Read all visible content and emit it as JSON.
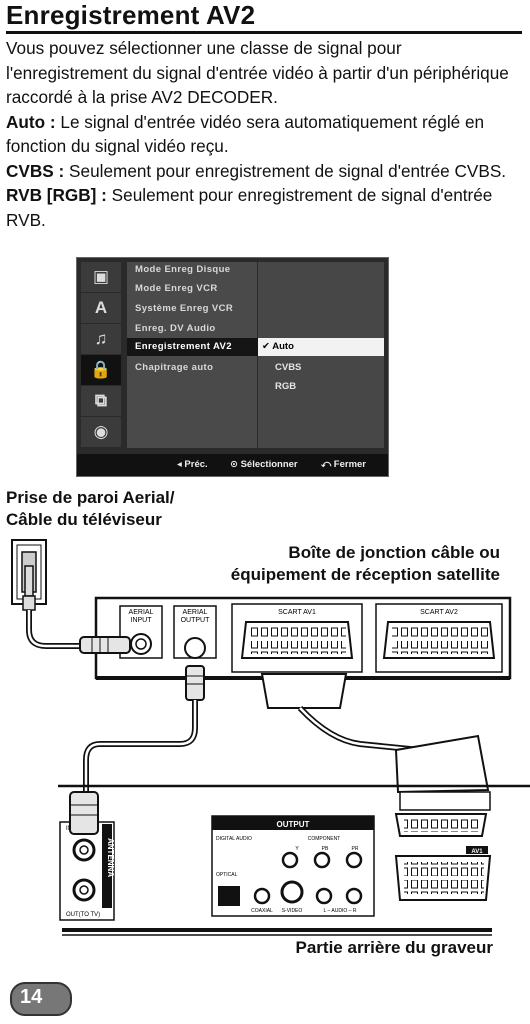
{
  "title": "Enregistrement AV2",
  "intro": "Vous pouvez sélectionner une classe de signal pour l'enregistrement du signal d'entrée vidéo à partir d'un périphérique raccordé à la prise AV2 DECODER.",
  "items": [
    {
      "term": "Auto :",
      "text": " Le signal d'entrée vidéo sera automatiquement réglé en fonction du signal vidéo reçu."
    },
    {
      "term": "CVBS :",
      "text": " Seulement pour enregistrement de signal d'entrée CVBS."
    },
    {
      "term": "RVB [RGB] :",
      "text": " Seulement pour enregistrement de signal d'entrée RVB."
    }
  ],
  "menu": {
    "icons": [
      "screen-icon",
      "language-icon",
      "audio-icon",
      "lock-icon",
      "film-icon",
      "disc-icon"
    ],
    "icon_glyphs": [
      "▣",
      "A",
      "♫",
      "🔒",
      "⧉",
      "◉"
    ],
    "items": [
      "Mode Enreg Disque",
      "Mode Enreg VCR",
      "Système Enreg VCR",
      "Enreg. DV Audio",
      "Enregistrement AV2",
      "Chapitrage auto"
    ],
    "selected_index": 4,
    "options": [
      "Auto",
      "CVBS",
      "RGB"
    ],
    "selected_option": "Auto",
    "footer": {
      "prev": "◂ Préc.",
      "select": "⊙ Sélectionner",
      "close": "⤺ Fermer"
    }
  },
  "diagram": {
    "wall_label": "Prise de paroi Aerial/\nCâble du téléviseur",
    "box_label": "Boîte de jonction câble ou\néquipement de réception satellite",
    "aerial_input": "AERIAL\nINPUT",
    "aerial_output": "AERIAL\nOUTPUT",
    "scart_av1": "SCART AV1",
    "scart_av2": "SCART AV2",
    "output": "OUTPUT",
    "digital_audio": "DIGITAL AUDIO",
    "component": "COMPONENT",
    "optical": "OPTICAL",
    "coaxial": "COAXIAL",
    "svideo": "S-VIDEO",
    "audio": "L – AUDIO – R",
    "antenna": "ANTENNA",
    "in": "IN",
    "out": "OUT(TO TV)",
    "av1": "AV1",
    "y": "Y",
    "pb": "PB",
    "pr": "PR",
    "caption": "Partie arrière du graveur"
  },
  "page_number": "14"
}
